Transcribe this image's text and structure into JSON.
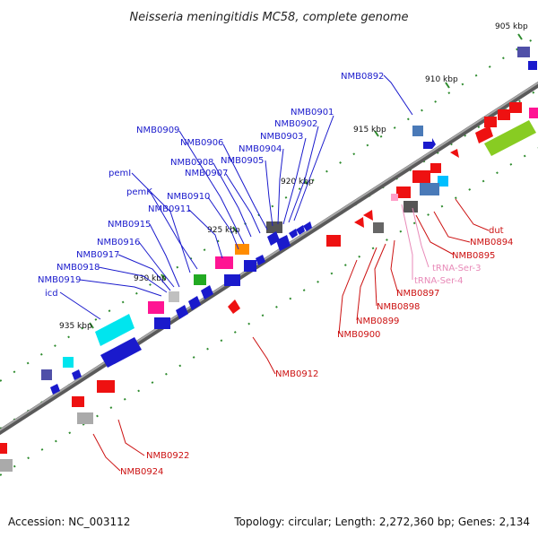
{
  "title": "Neisseria meningitidis MC58, complete genome",
  "footer": {
    "accession": "Accession: NC_003112",
    "summary": "Topology: circular; Length: 2,272,360 bp; Genes: 2,134"
  },
  "colors": {
    "forward_label": "#1a1acc",
    "reverse_label": "#cc1111",
    "trna_label": "#e88ab8",
    "backbone": "#8a8a8a",
    "tick_green": "#2e8b2e"
  },
  "kbp_labels": [
    "905 kbp",
    "910 kbp",
    "915 kbp",
    "920 kbp",
    "925 kbp",
    "930 kbp",
    "935 kbp"
  ],
  "forward_labels": [
    "NMB0892",
    "NMB0901",
    "NMB0902",
    "NMB0903",
    "NMB0904",
    "NMB0905",
    "NMB0906",
    "NMB0907",
    "NMB0908",
    "NMB0909",
    "NMB0910",
    "NMB0911",
    "pemI",
    "pemK",
    "NMB0915",
    "NMB0916",
    "NMB0917",
    "NMB0918",
    "NMB0919",
    "icd"
  ],
  "reverse_labels": [
    "dut",
    "NMB0894",
    "NMB0895",
    "NMB0897",
    "NMB0898",
    "NMB0899",
    "NMB0900",
    "NMB0912",
    "NMB0922",
    "NMB0924"
  ],
  "trna_labels": [
    "tRNA-Ser-3",
    "tRNA-Ser-4"
  ]
}
